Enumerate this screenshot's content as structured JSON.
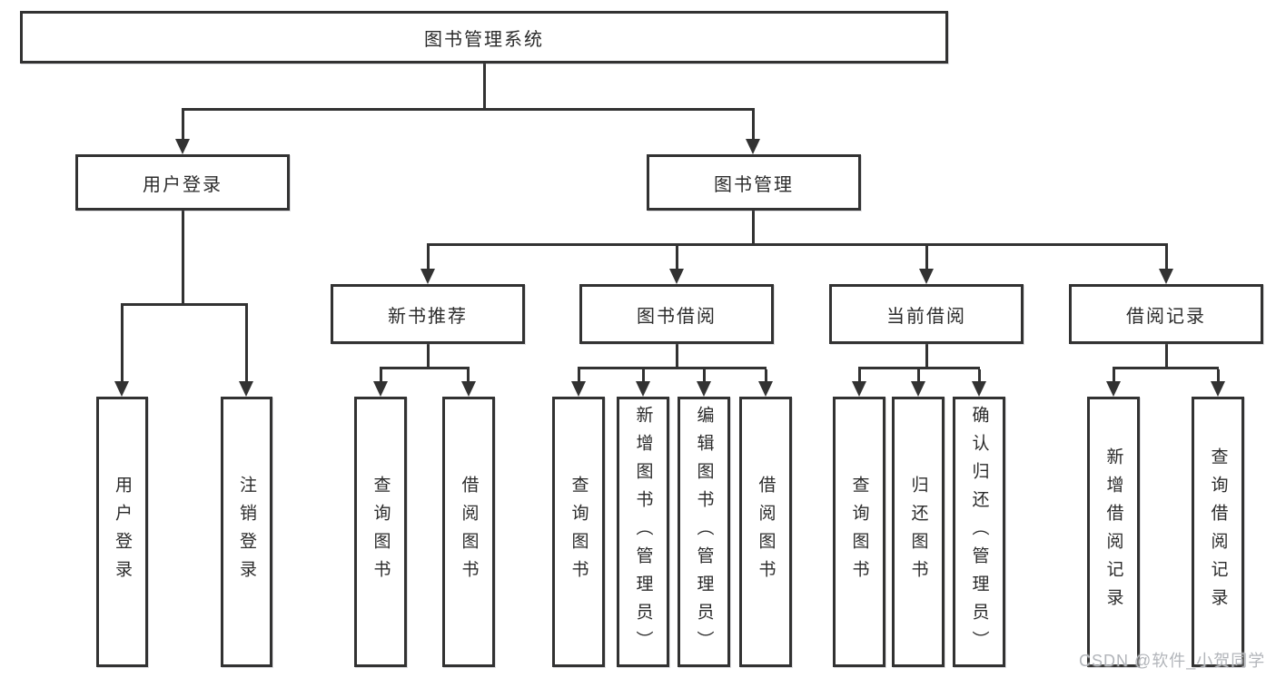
{
  "tree": {
    "root": "图书管理系统",
    "user": {
      "label": "用户登录",
      "children": [
        {
          "label": "用户登录"
        },
        {
          "label": "注销登录"
        }
      ]
    },
    "mgmt": {
      "label": "图书管理",
      "sections": [
        {
          "label": "新书推荐",
          "children": [
            {
              "label": "查询图书"
            },
            {
              "label": "借阅图书"
            }
          ]
        },
        {
          "label": "图书借阅",
          "children": [
            {
              "label": "查询图书"
            },
            {
              "label": "新增图书（管理员）"
            },
            {
              "label": "编辑图书（管理员）"
            },
            {
              "label": "借阅图书"
            }
          ]
        },
        {
          "label": "当前借阅",
          "children": [
            {
              "label": "查询图书"
            },
            {
              "label": "归还图书"
            },
            {
              "label": "确认归还（管理员）"
            }
          ]
        },
        {
          "label": "借阅记录",
          "children": [
            {
              "label": "新增借阅记录"
            },
            {
              "label": "查询借阅记录"
            }
          ]
        }
      ]
    }
  },
  "watermark": {
    "text": "CSDN @软件_小贺同学"
  }
}
